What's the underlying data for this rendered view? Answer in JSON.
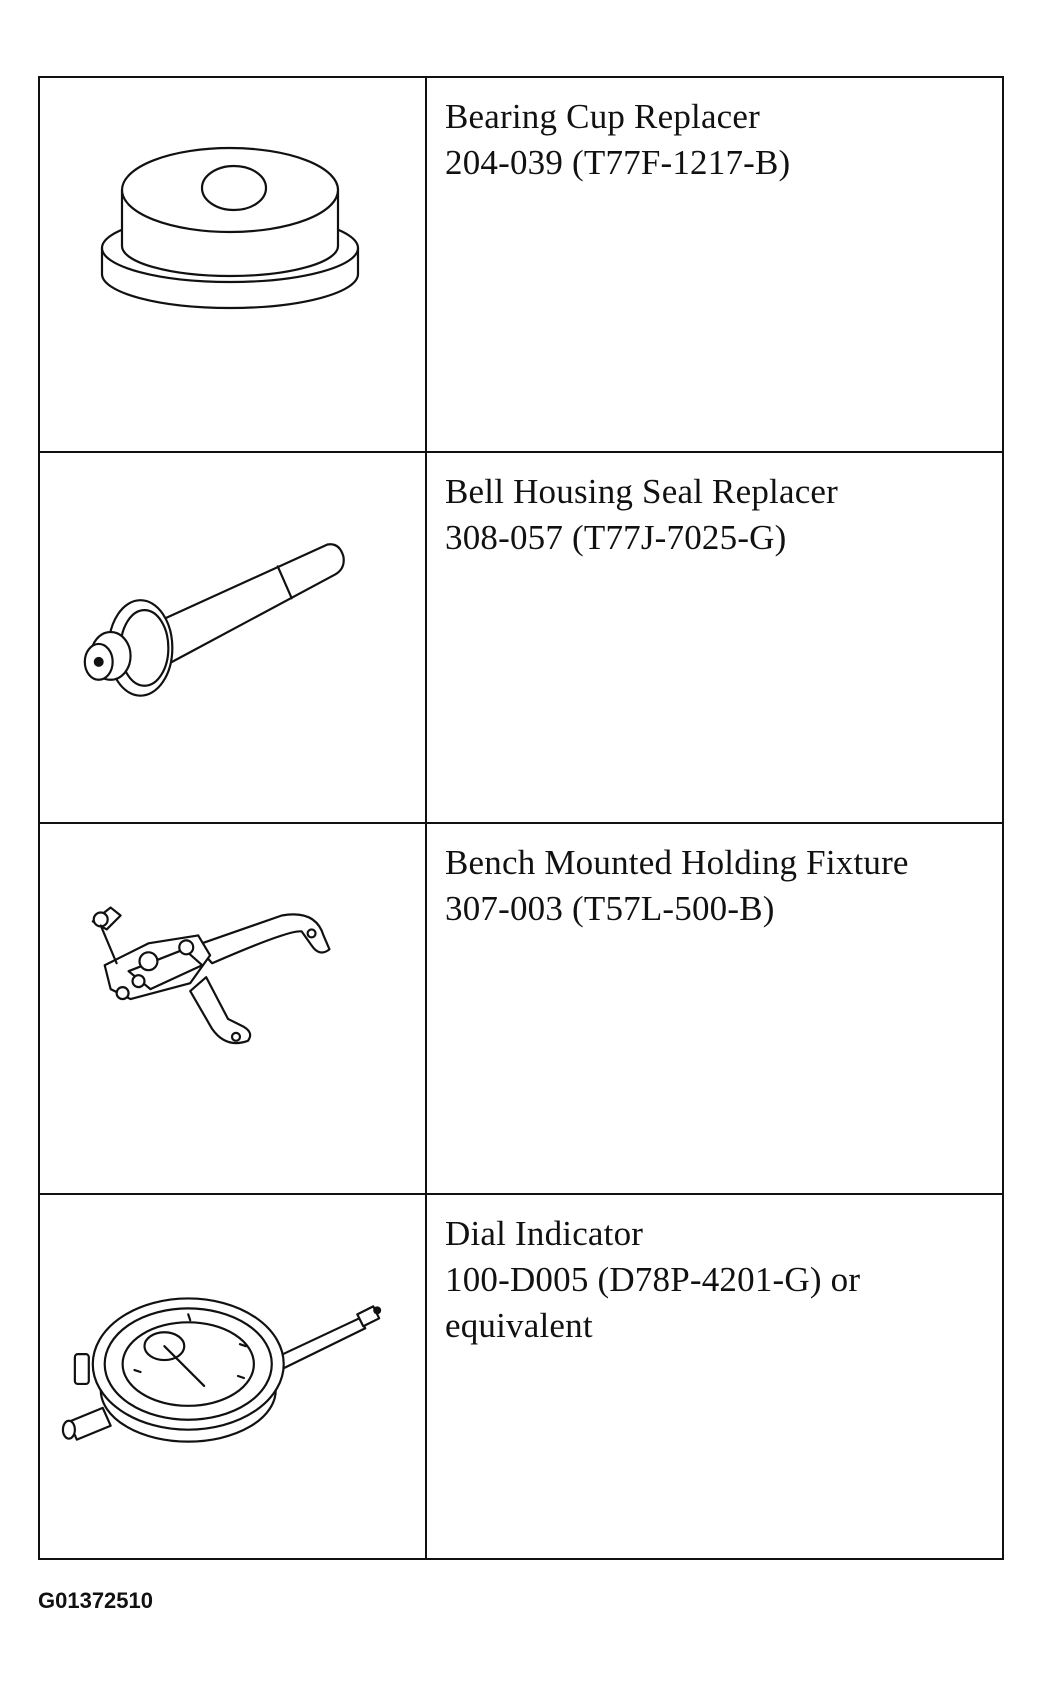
{
  "tools": [
    {
      "name": "Bearing Cup Replacer",
      "number": "204-039 (T77F-1217-B)",
      "note": "",
      "icon": "bearing-cup-replacer-icon"
    },
    {
      "name": "Bell Housing Seal Replacer",
      "number": "308-057 (T77J-7025-G)",
      "note": "",
      "icon": "bell-housing-seal-replacer-icon"
    },
    {
      "name": "Bench Mounted Holding Fixture",
      "number": "307-003 (T57L-500-B)",
      "note": "",
      "icon": "bench-mounted-holding-fixture-icon"
    },
    {
      "name": "Dial Indicator",
      "number": "100-D005 (D78P-4201-G) or",
      "note": "equivalent",
      "icon": "dial-indicator-icon"
    }
  ],
  "footer": {
    "code": "G01372510"
  }
}
